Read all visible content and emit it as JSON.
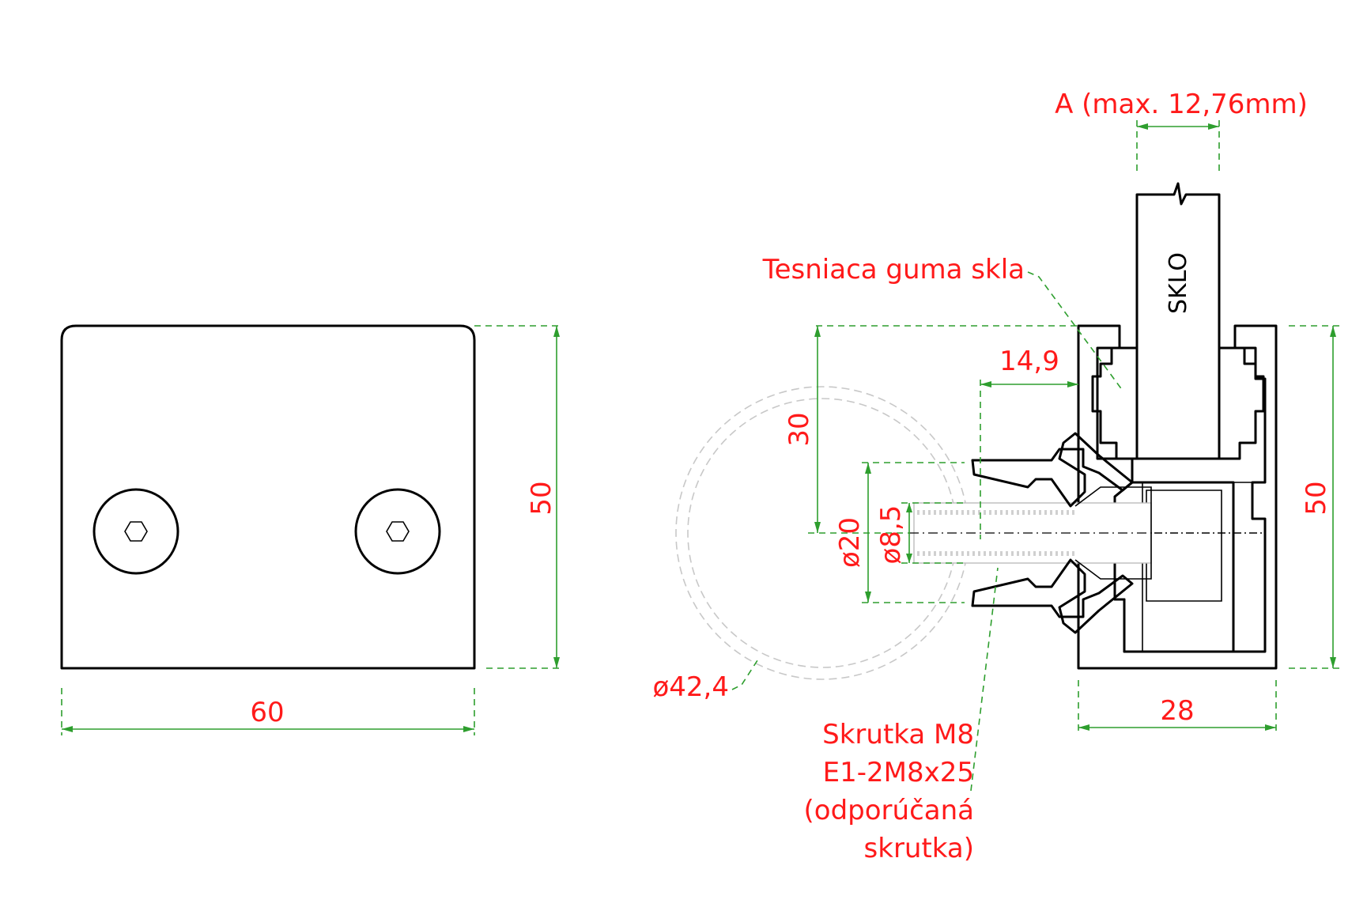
{
  "colors": {
    "label": "#ff1a1a",
    "dimension_line": "#2e9e2e",
    "outline": "#000000",
    "glass_fill": "#c8f0de",
    "gasket_fill": "#3c3c3c",
    "hatch": "#555555",
    "ghost_line": "#c8c8c8"
  },
  "front_view": {
    "width_dim": "60",
    "height_dim": "50"
  },
  "section_view": {
    "glass_label": "SKLO",
    "glass_thickness": "A (max. 12,76mm)",
    "gasket_label": "Tesniaca guma skla",
    "depth_dim": "14,9",
    "height_30": "30",
    "dia_20": "ø20",
    "dia_8_5": "ø8,5",
    "height_dim": "50",
    "width_dim": "28",
    "tube_dia": "ø42,4",
    "screw_label": [
      "Skrutka M8",
      "E1-2M8x25",
      "(odporúčaná",
      "skrutka)"
    ]
  }
}
